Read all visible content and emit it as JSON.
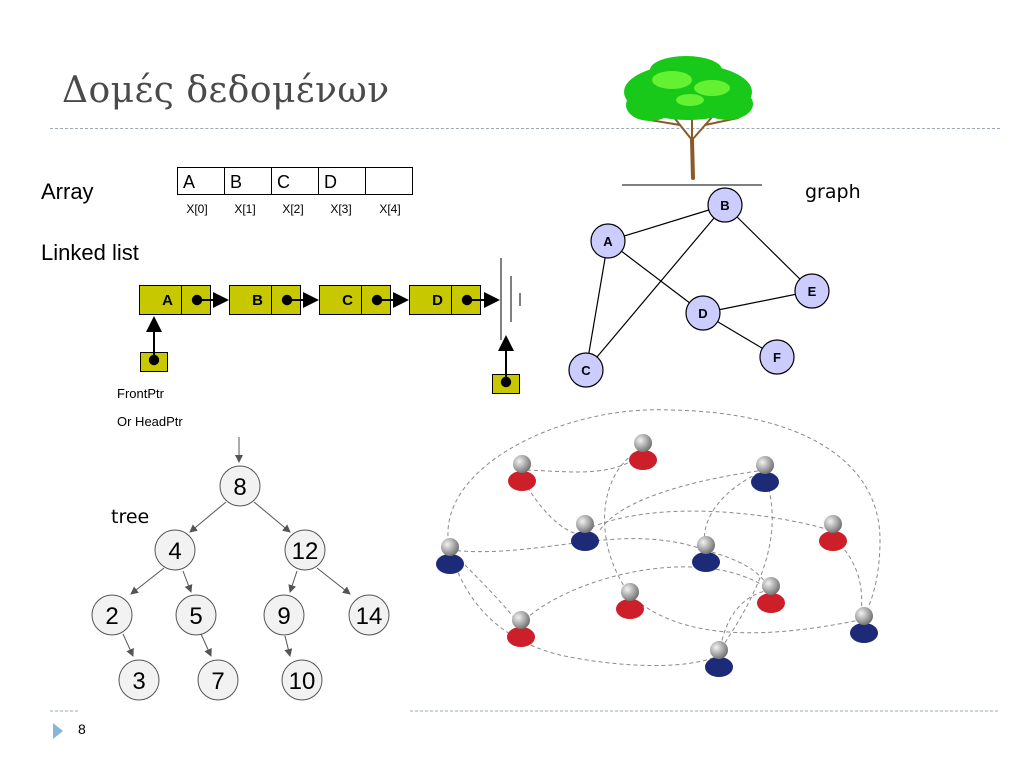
{
  "slide": {
    "title": "Δομές δεδομένων",
    "page_number": "8"
  },
  "array": {
    "label": "Array",
    "cells": [
      "A",
      "B",
      "C",
      "D",
      ""
    ],
    "indices": [
      "X[0]",
      "X[1]",
      "X[2]",
      "X[3]",
      "X[4]"
    ]
  },
  "linked_list": {
    "label": "Linked list",
    "nodes": [
      "A",
      "B",
      "C",
      "D"
    ],
    "front_ptr_label": "FrontPtr",
    "head_ptr_label": "Or HeadPtr"
  },
  "graph": {
    "label": "graph",
    "nodes": [
      "A",
      "B",
      "C",
      "D",
      "E",
      "F"
    ]
  },
  "tree": {
    "label": "tree",
    "nodes": [
      "8",
      "4",
      "12",
      "2",
      "5",
      "9",
      "14",
      "3",
      "7",
      "10"
    ]
  },
  "network": {
    "red_color": "#cc1f2a",
    "blue_color": "#1c2a78"
  },
  "colors": {
    "title": "#4a4a4a",
    "node_fill": "#c8c800",
    "graph_node": "#ccccff",
    "tree_node": "#f2f2f2",
    "bullet": "#8cb4d8"
  }
}
